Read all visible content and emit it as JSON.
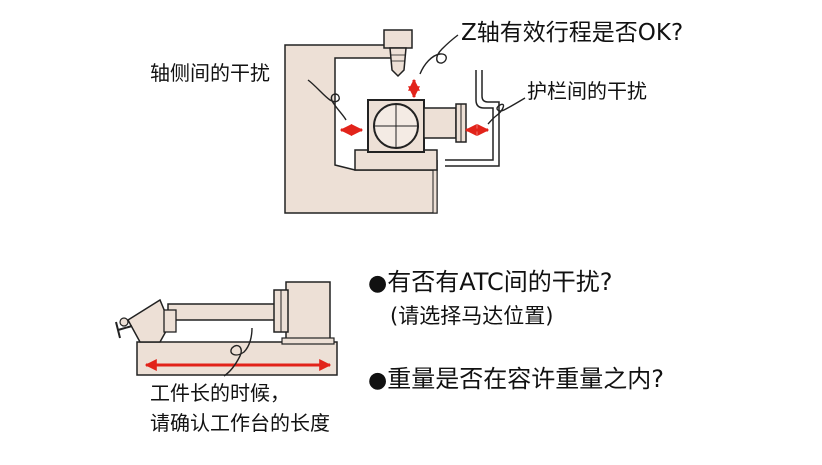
{
  "labels": {
    "z_axis_check": "Z轴有效行程是否OK?",
    "axis_side_interference": "轴侧间的干扰",
    "rail_interference": "护栏间的干扰",
    "workpiece_length_line1": "工件长的时候，",
    "workpiece_length_line2": "请确认工作台的长度"
  },
  "checklist": [
    {
      "line1": "有否有ATC间的干扰?",
      "line2": "(请选择马达位置)"
    },
    {
      "line1": "重量是否在容许重量之内?"
    }
  ],
  "colors": {
    "machine_fill": "#ede0d6",
    "outline": "#222222",
    "arrow_red": "#e2231a"
  }
}
